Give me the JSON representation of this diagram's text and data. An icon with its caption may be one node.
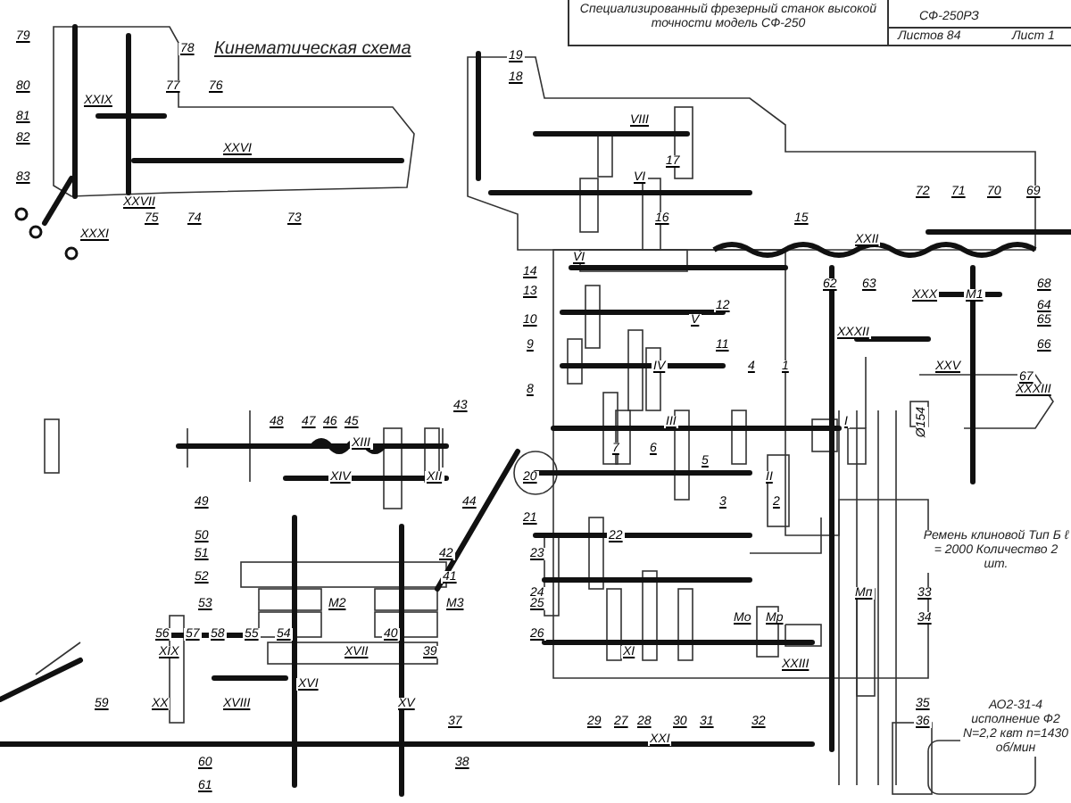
{
  "diagram": {
    "title": "Кинематическая схема",
    "labels": [
      "Специализированный фрезерный станок высокой точности модель СФ-250",
      "СФ-250РЗ",
      "79",
      "Листов 84",
      "Лист 1",
      "78",
      "19",
      "18",
      "80",
      "77",
      "76",
      "XXIX",
      "81",
      "VIII",
      "82",
      "XXVI",
      "17",
      "83",
      "VI",
      "72",
      "71",
      "70",
      "69",
      "XXVII",
      "75",
      "74",
      "73",
      "16",
      "15",
      "XXXI",
      "XXII",
      "VI",
      "14",
      "62",
      "63",
      "68",
      "13",
      "XXX",
      "М1",
      "12",
      "64",
      "10",
      "V",
      "65",
      "XXXII",
      "9",
      "11",
      "66",
      "IV",
      "4",
      "1",
      "XXV",
      "67",
      "8",
      "XXXIII",
      "43",
      "48",
      "47",
      "46",
      "45",
      "III",
      "I",
      "Ø154",
      "XIII",
      "7",
      "6",
      "5",
      "XIV",
      "XII",
      "20",
      "II",
      "49",
      "44",
      "3",
      "2",
      "21",
      "50",
      "22",
      "Ремень клиновой Тип Б ℓ = 2000 Количество 2 шт.",
      "51",
      "42",
      "23",
      "52",
      "41",
      "24",
      "Мп",
      "33",
      "53",
      "М2",
      "М3",
      "25",
      "Мо",
      "Мр",
      "34",
      "56",
      "57",
      "58",
      "55",
      "54",
      "40",
      "26",
      "XIX",
      "XVII",
      "39",
      "XI",
      "XXIII",
      "XVI",
      "59",
      "XX",
      "XVIII",
      "XV",
      "35",
      "АО2-31-4 исполнение Ф2 N=2,2 квт n=1430 об/мин",
      "37",
      "29",
      "27",
      "28",
      "30",
      "31",
      "32",
      "36",
      "XXI",
      "60",
      "38",
      "61"
    ]
  }
}
